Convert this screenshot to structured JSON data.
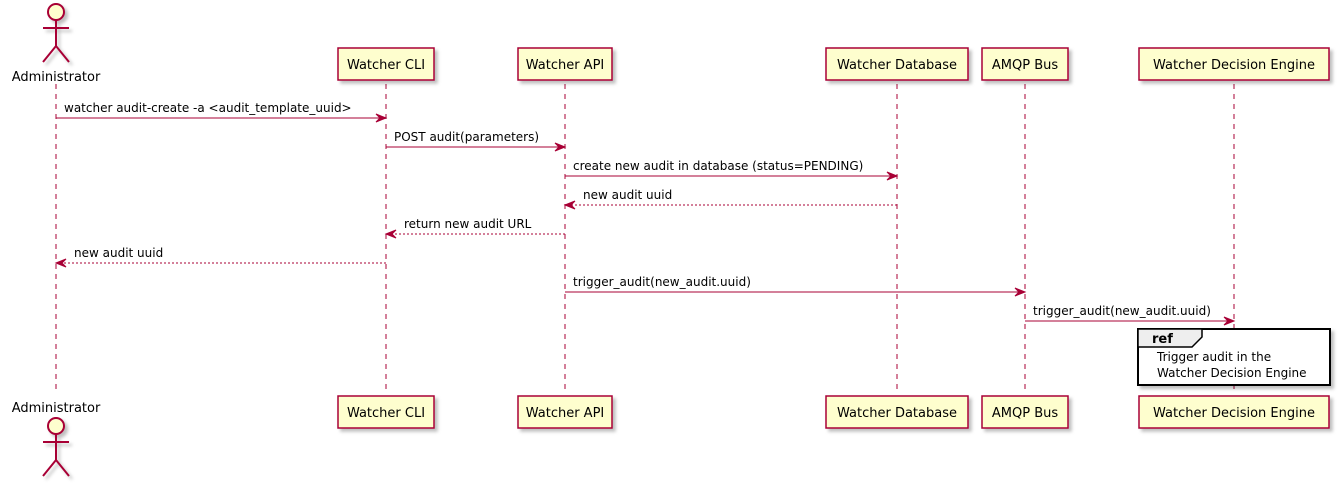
{
  "diagram": {
    "type": "sequence",
    "colors": {
      "box_fill": "#FEFECE",
      "box_border": "#A80036",
      "arrow": "#A80036",
      "lifeline": "#A80036",
      "ref_border": "#000000",
      "ref_tag_fill": "#EEEEEE"
    },
    "participants": [
      {
        "id": "admin",
        "label": "Administrator",
        "kind": "actor"
      },
      {
        "id": "cli",
        "label": "Watcher CLI",
        "kind": "participant"
      },
      {
        "id": "api",
        "label": "Watcher API",
        "kind": "participant"
      },
      {
        "id": "db",
        "label": "Watcher Database",
        "kind": "participant"
      },
      {
        "id": "amqp",
        "label": "AMQP Bus",
        "kind": "participant"
      },
      {
        "id": "engine",
        "label": "Watcher Decision Engine",
        "kind": "participant"
      }
    ],
    "messages": [
      {
        "from": "admin",
        "to": "cli",
        "label": "watcher audit-create -a <audit_template_uuid>",
        "style": "solid"
      },
      {
        "from": "cli",
        "to": "api",
        "label": "POST audit(parameters)",
        "style": "solid"
      },
      {
        "from": "api",
        "to": "db",
        "label": "create new audit in database (status=PENDING)",
        "style": "solid"
      },
      {
        "from": "db",
        "to": "api",
        "label": "new audit uuid",
        "style": "dashed"
      },
      {
        "from": "api",
        "to": "cli",
        "label": "return new audit URL",
        "style": "dashed"
      },
      {
        "from": "cli",
        "to": "admin",
        "label": "new audit uuid",
        "style": "dashed"
      },
      {
        "from": "api",
        "to": "amqp",
        "label": "trigger_audit(new_audit.uuid)",
        "style": "solid"
      },
      {
        "from": "amqp",
        "to": "engine",
        "label": "trigger_audit(new_audit.uuid)",
        "style": "solid"
      }
    ],
    "ref": {
      "tag": "ref",
      "over": "engine",
      "lines": [
        "Trigger audit in the",
        "Watcher Decision Engine"
      ]
    }
  }
}
